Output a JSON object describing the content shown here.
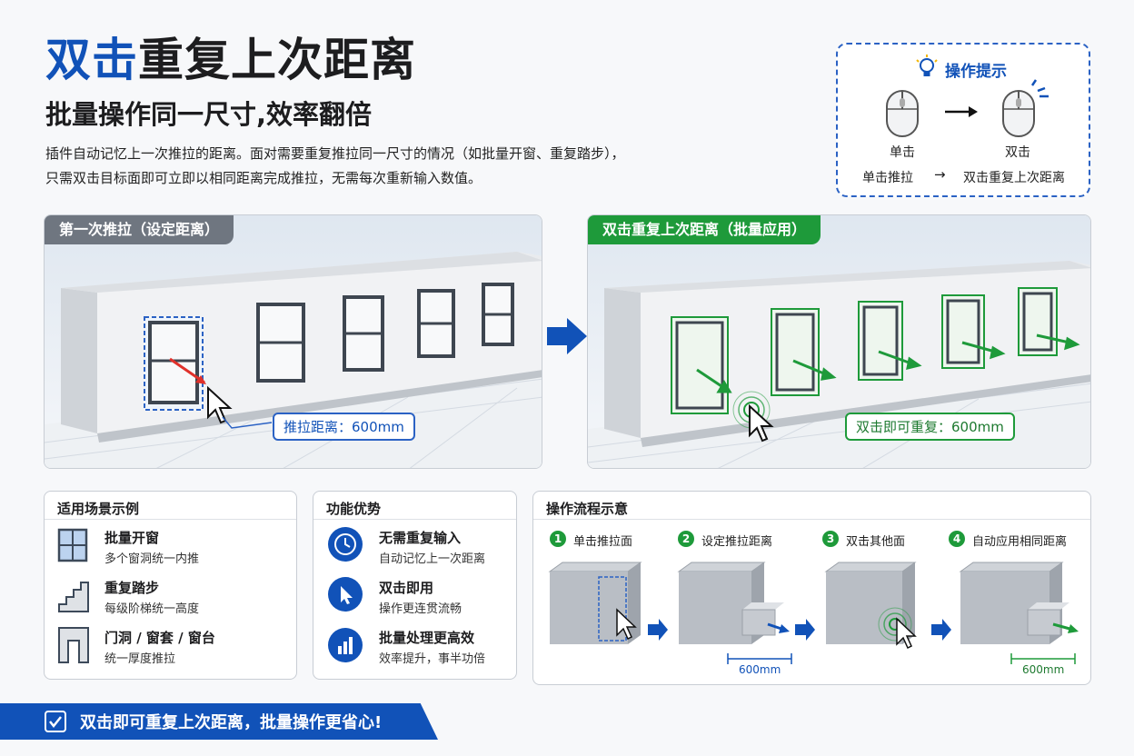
{
  "title": {
    "highlight": "双击",
    "rest": "重复上次距离"
  },
  "subtitle": "批量操作同一尺寸,效率翻倍",
  "description": {
    "line1": "插件自动记忆上一次推拉的距离。面对需要重复推拉同一尺寸的情况（如批量开窗、重复踏步），",
    "line2": "只需双击目标面即可立即以相同距离完成推拉，无需每次重新输入数值。"
  },
  "tip": {
    "title": "操作提示",
    "single_click": "单击",
    "double_click": "双击",
    "flow_from": "单击推拉",
    "flow_to": "双击重复上次距离"
  },
  "left_panel": {
    "tag": "第一次推拉（设定距离）",
    "callout": "推拉距离：600mm"
  },
  "right_panel": {
    "tag": "双击重复上次距离（批量应用）",
    "callout": "双击即可重复：600mm"
  },
  "scenarios": {
    "title": "适用场景示例",
    "items": [
      {
        "title": "批量开窗",
        "desc": "多个窗洞统一内推",
        "icon": "window-icon"
      },
      {
        "title": "重复踏步",
        "desc": "每级阶梯统一高度",
        "icon": "stairs-icon"
      },
      {
        "title": "门洞 / 窗套 / 窗台",
        "desc": "统一厚度推拉",
        "icon": "door-frame-icon"
      }
    ]
  },
  "advantages": {
    "title": "功能优势",
    "items": [
      {
        "title": "无需重复输入",
        "desc": "自动记忆上一次距离",
        "icon": "clock-icon"
      },
      {
        "title": "双击即用",
        "desc": "操作更连贯流畅",
        "icon": "cursor-icon"
      },
      {
        "title": "批量处理更高效",
        "desc": "效率提升，事半功倍",
        "icon": "bar-chart-icon"
      }
    ]
  },
  "flow": {
    "title": "操作流程示意",
    "steps": [
      {
        "num": "1",
        "label": "单击推拉面"
      },
      {
        "num": "2",
        "label": "设定推拉距离"
      },
      {
        "num": "3",
        "label": "双击其他面"
      },
      {
        "num": "4",
        "label": "自动应用相同距离"
      }
    ],
    "dim_label": "600mm"
  },
  "banner": "双击即可重复上次距离，批量操作更省心!",
  "colors": {
    "primary_blue": "#1152b8",
    "green": "#1e9a3a",
    "gray_tag": "#6f7680"
  }
}
